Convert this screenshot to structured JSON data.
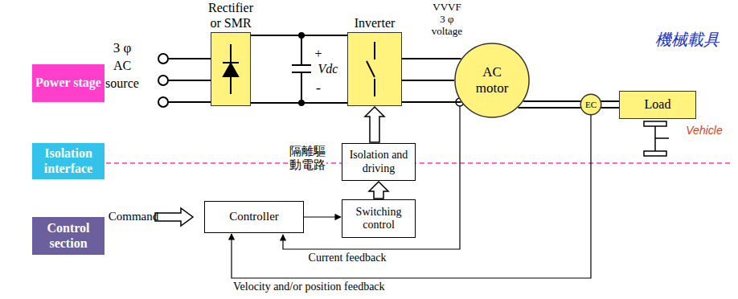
{
  "diagram": {
    "nodes": [
      {
        "text": [
          "Power stage"
        ]
      },
      {
        "text": [
          "Isolation interface"
        ]
      },
      {
        "text": [
          "Control section"
        ]
      },
      {
        "text": [
          "Rectifier or SMR"
        ]
      },
      {
        "text": [
          "Inverter"
        ]
      },
      {
        "text": [
          "AC motor"
        ]
      },
      {
        "text": [
          "EC"
        ]
      },
      {
        "text": [
          "Load"
        ]
      },
      {
        "text": [
          "Isolation and driving"
        ]
      },
      {
        "text": [
          "Controller"
        ]
      },
      {
        "text": [
          "Switching control"
        ]
      }
    ],
    "edges": [
      {
        "from": 3,
        "to": 4,
        "arrow": "none"
      },
      {
        "from": 4,
        "to": 5,
        "arrow": "none"
      },
      {
        "from": 5,
        "to": 6,
        "arrow": "none"
      },
      {
        "from": 6,
        "to": 7,
        "arrow": "none"
      },
      {
        "from": 10,
        "to": 8,
        "arrow": "to"
      },
      {
        "from": 8,
        "to": 4,
        "arrow": "to"
      },
      {
        "from": 9,
        "to": 10,
        "arrow": "to"
      },
      {
        "from": 6,
        "to": 9,
        "label": "Velocity and/or position feedback",
        "arrow": "to"
      }
    ],
    "labels": [
      "3 φ",
      "AC",
      "source",
      "+",
      "Vdc",
      "-",
      "VVVF",
      "3 φ",
      "voltage",
      "機械載具",
      "Vehicle",
      "隔離驅動電路",
      "Command",
      "Current feedback"
    ]
  }
}
